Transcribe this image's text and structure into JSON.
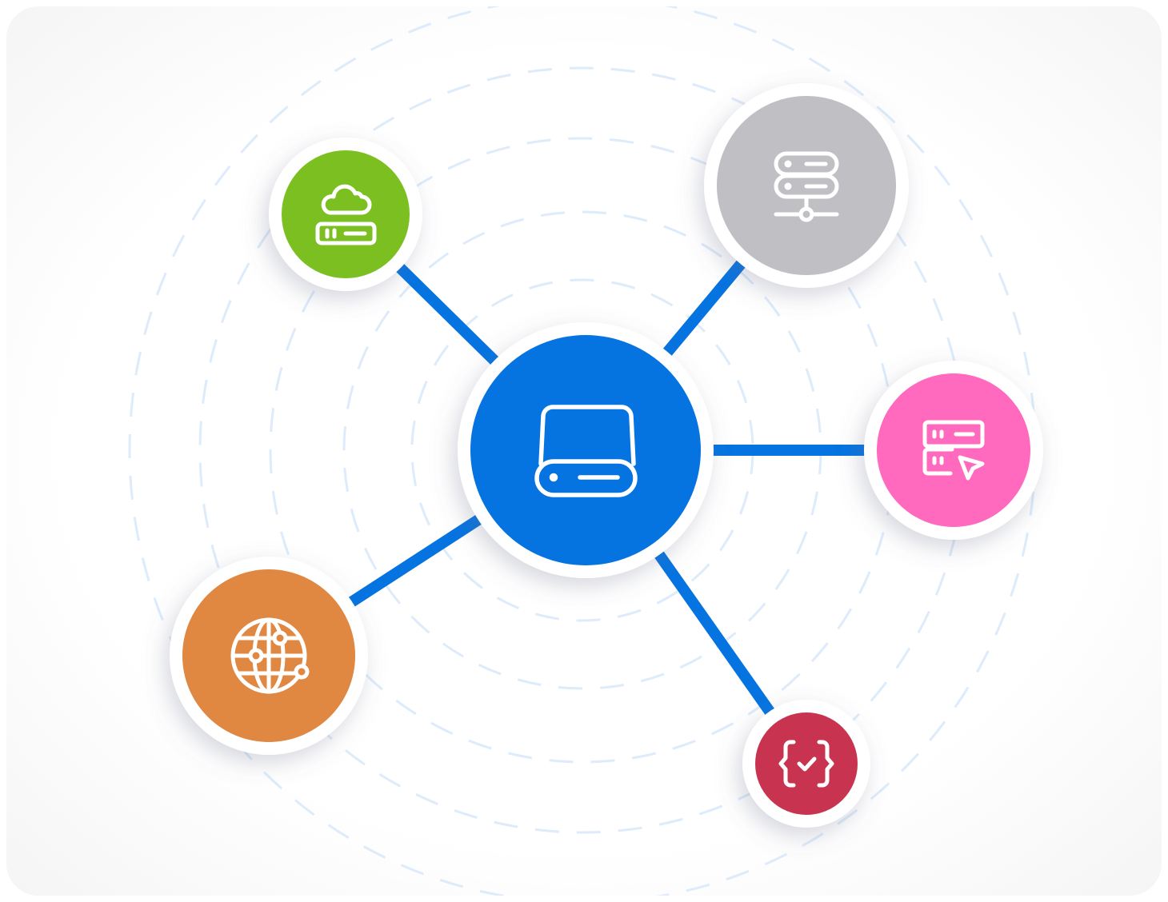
{
  "colors": {
    "link": "#0573E0",
    "ring": "#DDEBFB",
    "center": "#0573E0",
    "cloud_server": "#7BBF20",
    "server_rack": "#C0BFC4",
    "server_cursor": "#FF69BE",
    "globe_network": "#E08842",
    "code_check": "#C8344F"
  },
  "nodes": [
    {
      "id": "center",
      "icon": "hard-drive-icon"
    },
    {
      "id": "cloud_server",
      "icon": "cloud-server-icon"
    },
    {
      "id": "server_rack",
      "icon": "server-network-icon"
    },
    {
      "id": "server_cursor",
      "icon": "server-cursor-icon"
    },
    {
      "id": "globe_network",
      "icon": "globe-network-icon"
    },
    {
      "id": "code_check",
      "icon": "code-check-icon"
    }
  ]
}
